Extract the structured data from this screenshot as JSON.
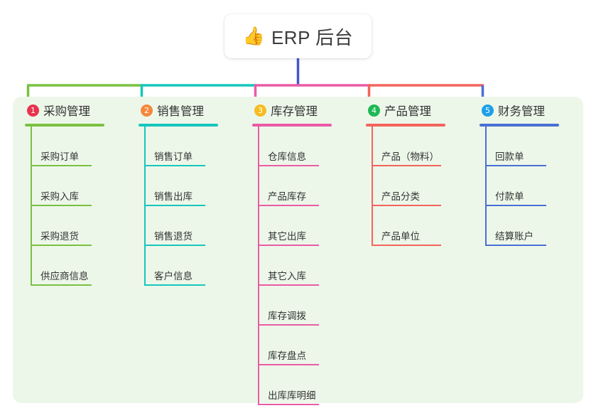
{
  "root": {
    "icon": "thumbs-up-icon",
    "emoji": "👍",
    "title": "ERP 后台"
  },
  "theme": {
    "panel_bg": "#edf7e9",
    "page_bg": "#ffffff",
    "text": "#333333",
    "root_line": "#4458c9"
  },
  "columns": [
    {
      "number": "1",
      "badge_color": "#e8344e",
      "line_color": "#7ac143",
      "title": "采购管理",
      "rule_width": 112,
      "item_rule_width": 86,
      "items": [
        {
          "label": "采购订单"
        },
        {
          "label": "采购入库"
        },
        {
          "label": "采购退货"
        },
        {
          "label": "供应商信息"
        }
      ]
    },
    {
      "number": "2",
      "badge_color": "#f5883c",
      "line_color": "#16c6bd",
      "title": "销售管理",
      "rule_width": 112,
      "item_rule_width": 86,
      "items": [
        {
          "label": "销售订单"
        },
        {
          "label": "销售出库"
        },
        {
          "label": "销售退货"
        },
        {
          "label": "客户信息"
        }
      ]
    },
    {
      "number": "3",
      "badge_color": "#f5bc20",
      "line_color": "#ea5ba6",
      "title": "库存管理",
      "rule_width": 112,
      "item_rule_width": 86,
      "items": [
        {
          "label": "仓库信息"
        },
        {
          "label": "产品库存"
        },
        {
          "label": "其它出库"
        },
        {
          "label": "其它入库"
        },
        {
          "label": "库存调拨"
        },
        {
          "label": "库存盘点"
        },
        {
          "label": "出库库明细"
        }
      ]
    },
    {
      "number": "4",
      "badge_color": "#1db954",
      "line_color": "#f4645c",
      "title": "产品管理",
      "rule_width": 112,
      "item_rule_width": 98,
      "items": [
        {
          "label": "产品（物料）"
        },
        {
          "label": "产品分类"
        },
        {
          "label": "产品单位"
        }
      ]
    },
    {
      "number": "5",
      "badge_color": "#1e9fe8",
      "line_color": "#4a6fd4",
      "title": "财务管理",
      "rule_width": 112,
      "item_rule_width": 86,
      "items": [
        {
          "label": "回款单"
        },
        {
          "label": "付款单"
        },
        {
          "label": "结算账户"
        }
      ]
    }
  ]
}
